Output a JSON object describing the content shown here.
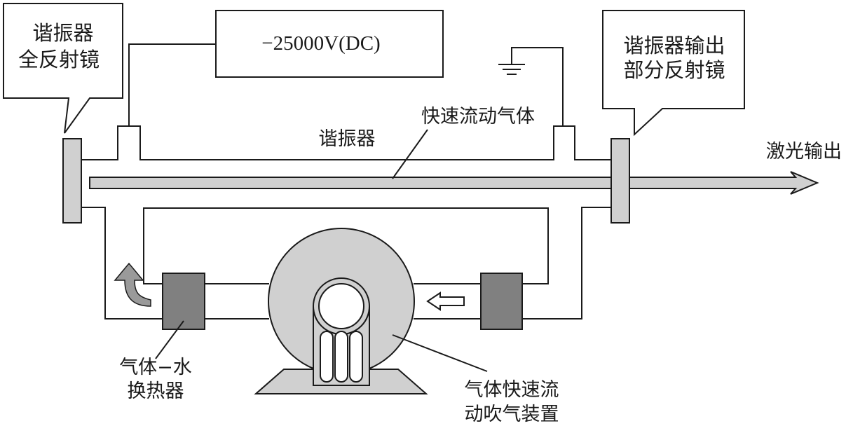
{
  "labels": {
    "rear_mirror_line1": "谐振器",
    "rear_mirror_line2": "全反射镜",
    "power_supply": "−25000V(DC)",
    "output_mirror_line1": "谐振器输出",
    "output_mirror_line2": "部分反射镜",
    "resonator": "谐振器",
    "fast_flow_gas": "快速流动气体",
    "laser_output": "激光输出",
    "heat_exchanger_line1": "气体−水",
    "heat_exchanger_line2": "换热器",
    "blower_line1": "气体快速流",
    "blower_line2": "动吹气装置"
  },
  "icons": {
    "ground": "ground-symbol-icon",
    "flow_up": "flow-arrow-up-icon",
    "flow_left": "flow-arrow-left-icon",
    "laser_arrow": "laser-output-arrow-icon"
  },
  "colors": {
    "stroke": "#1a1a1a",
    "light_fill": "#d0d0d0",
    "dark_fill": "#808080",
    "arrow_fill": "#9a9a9a"
  }
}
